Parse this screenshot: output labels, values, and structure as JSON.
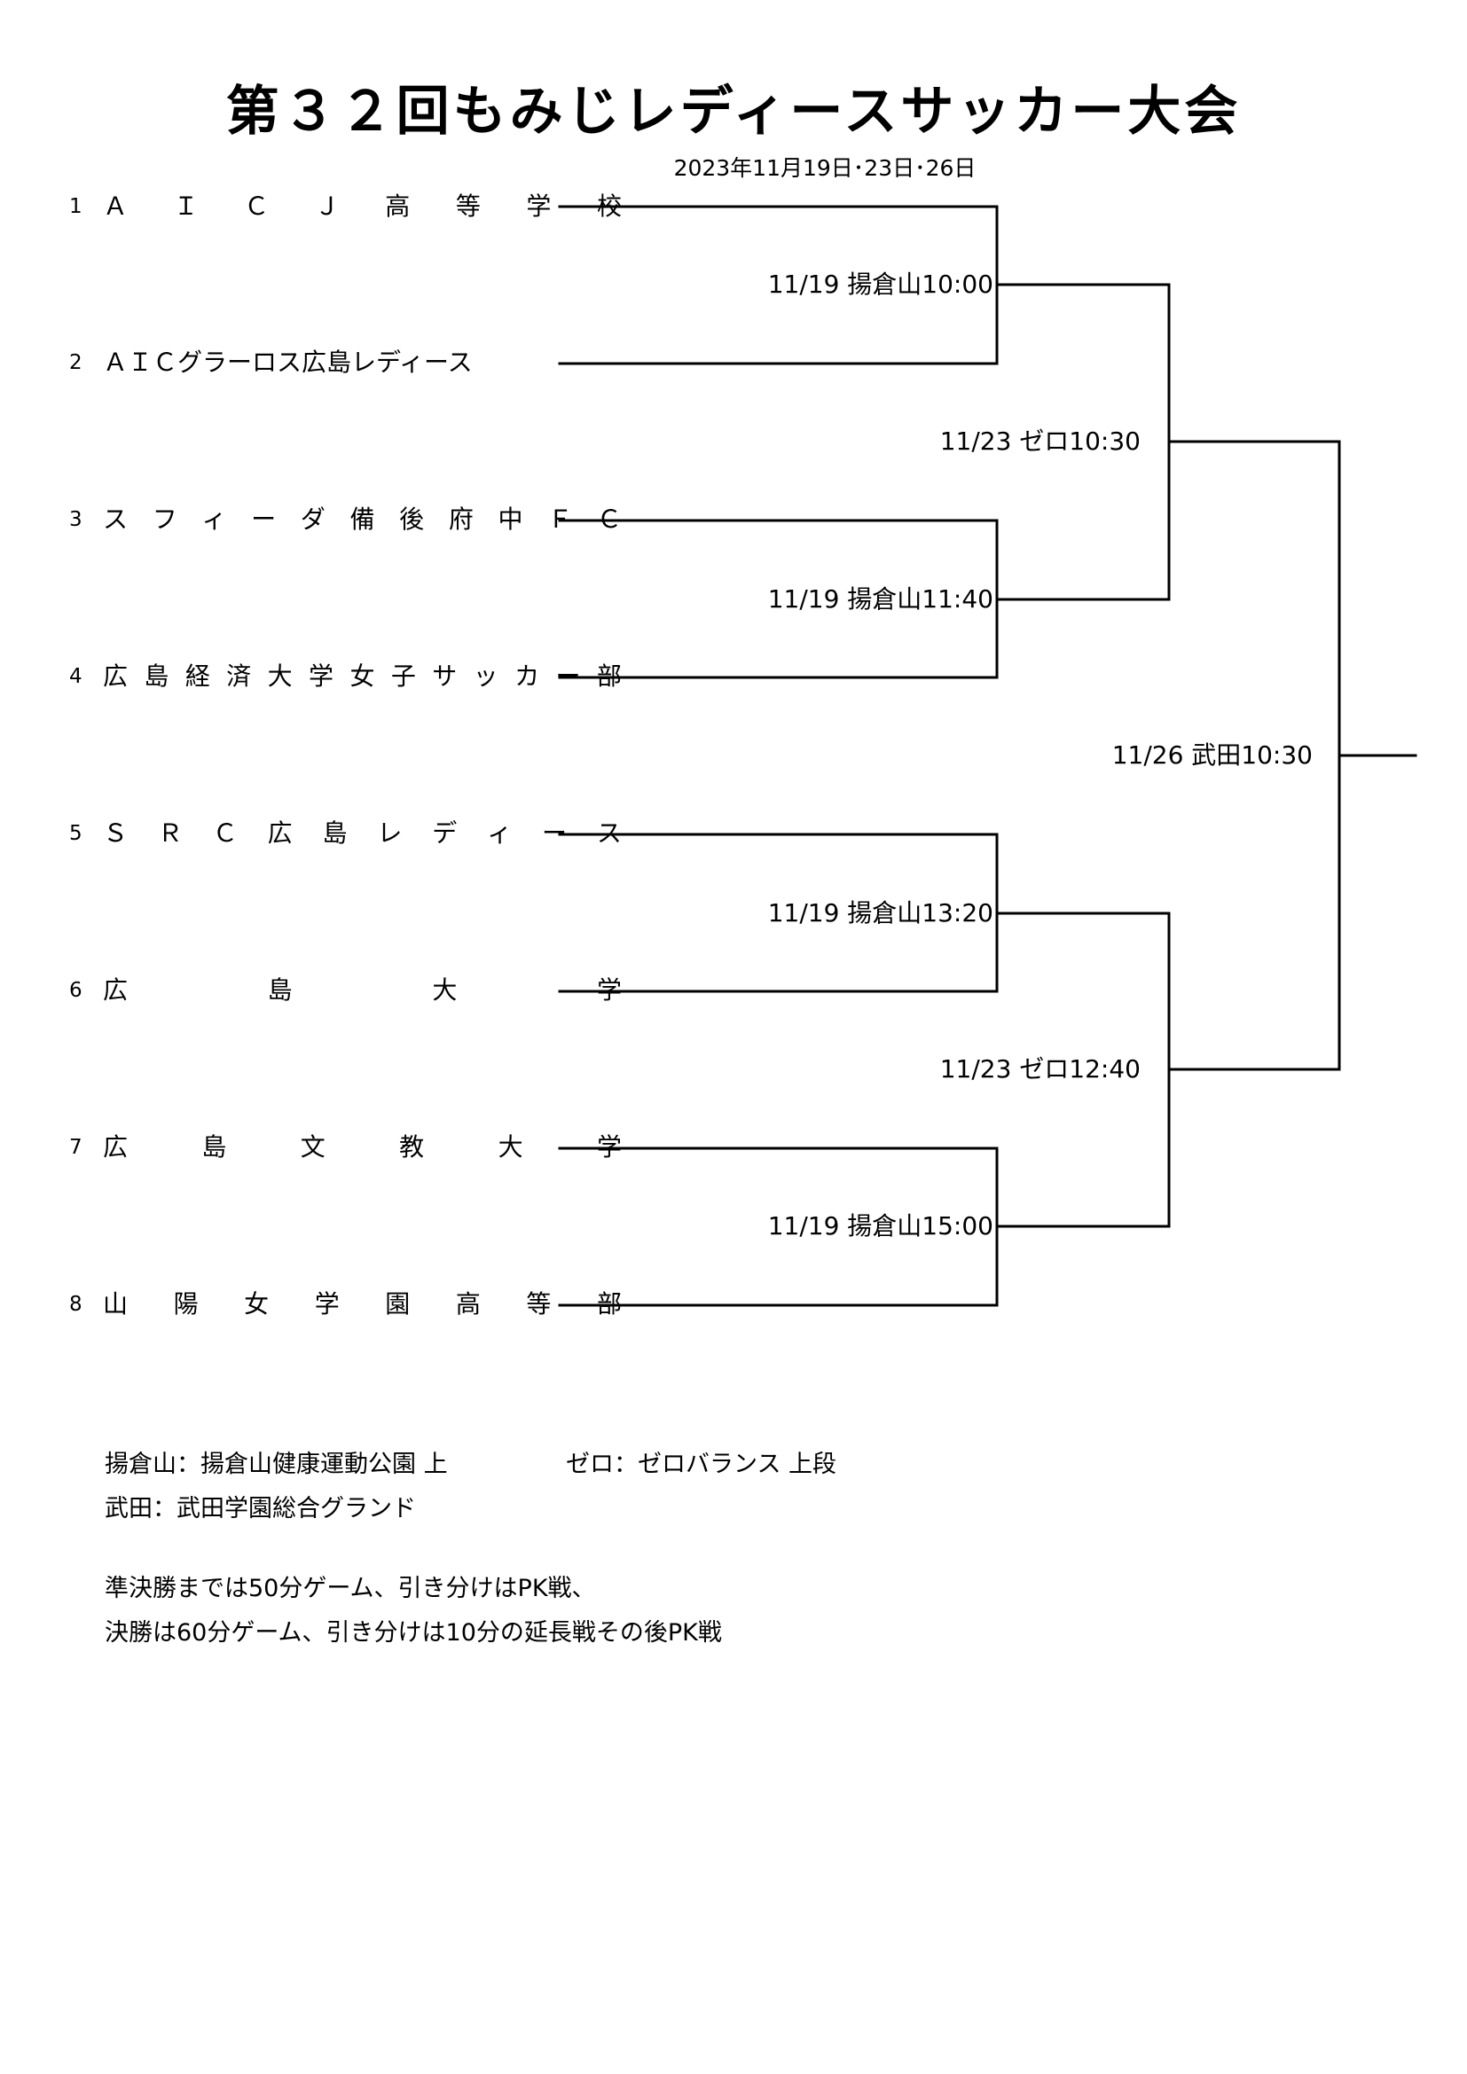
{
  "document": {
    "title": "第３２回もみじレディースサッカー大会",
    "date": "2023年11月19日･23日･26日"
  },
  "teams": [
    {
      "num": "1",
      "chars": [
        "Ａ",
        "Ｉ",
        "Ｃ",
        "Ｊ",
        "高",
        "等",
        "学",
        "校"
      ]
    },
    {
      "num": "2",
      "chars": [
        "ＡＩＣグラーロス広島レディース"
      ]
    },
    {
      "num": "3",
      "chars": [
        "ス",
        "フ",
        "ィ",
        "ー",
        "ダ",
        "備",
        "後",
        "府",
        "中",
        "Ｆ",
        "Ｃ"
      ]
    },
    {
      "num": "4",
      "chars": [
        "広",
        "島",
        "経",
        "済",
        "大",
        "学",
        "女",
        "子",
        "サ",
        "ッ",
        "カ",
        "ー",
        "部"
      ]
    },
    {
      "num": "5",
      "chars": [
        "Ｓ",
        "Ｒ",
        "Ｃ",
        "広",
        "島",
        "レ",
        "デ",
        "ィ",
        "ー",
        "ス"
      ]
    },
    {
      "num": "6",
      "chars": [
        "広",
        "島",
        "大",
        "学"
      ]
    },
    {
      "num": "7",
      "chars": [
        "広",
        "島",
        "文",
        "教",
        "大",
        "学"
      ]
    },
    {
      "num": "8",
      "chars": [
        "山",
        "陽",
        "女",
        "学",
        "園",
        "高",
        "等",
        "部"
      ]
    }
  ],
  "matches": {
    "r1_1": "11/19  揚倉山10:00",
    "r1_2": "11/19  揚倉山11:40",
    "r1_3": "11/19  揚倉山13:20",
    "r1_4": "11/19  揚倉山15:00",
    "sf_1": "11/23  ゼロ10:30",
    "sf_2": "11/23  ゼロ12:40",
    "final": "11/26  武田10:30"
  },
  "notes": {
    "venue1": "揚倉山：揚倉山健康運動公園  上",
    "venue2": "ゼロ：ゼロバランス  上段",
    "venue3": "武田：武田学園総合グランド",
    "rule1": "準決勝までは50分ゲーム、引き分けはPK戦、",
    "rule2": "決勝は60分ゲーム、引き分けは10分の延長戦その後PK戦"
  }
}
